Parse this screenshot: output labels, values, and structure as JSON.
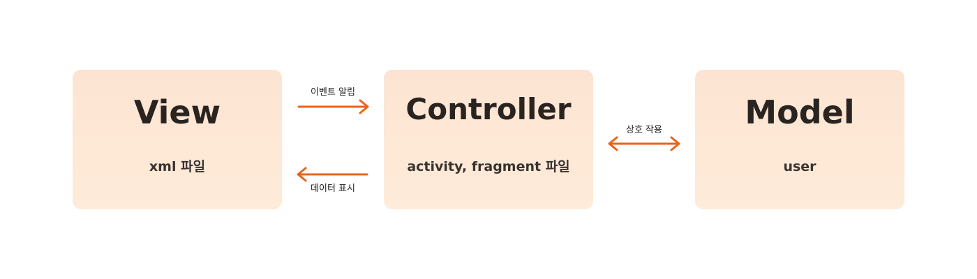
{
  "diagram": {
    "accent_color": "#e8641a",
    "box_color": "#fde6d4",
    "boxes": [
      {
        "title": "View",
        "subtitle": "xml 파일"
      },
      {
        "title": "Controller",
        "subtitle": "activity, fragment 파일"
      },
      {
        "title": "Model",
        "subtitle": "user"
      }
    ],
    "arrows": {
      "view_to_controller": "이벤트 알림",
      "controller_to_view": "데이터 표시",
      "controller_model": "상호 작용"
    }
  }
}
